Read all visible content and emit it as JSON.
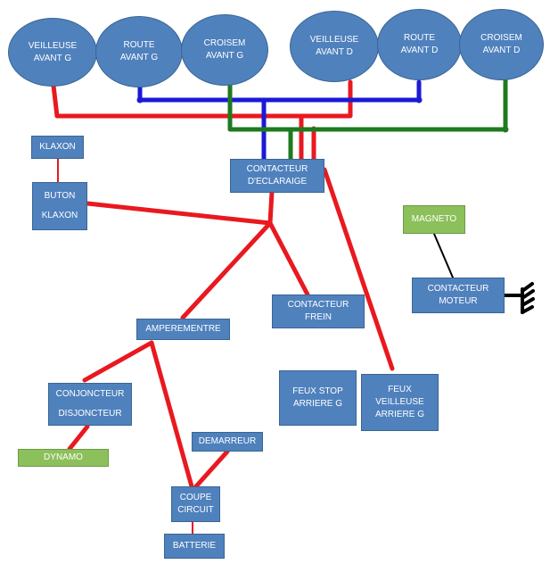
{
  "colors": {
    "node_fill": "#4f81bd",
    "node_border": "#3a6593",
    "green_fill": "#8cc05a",
    "wire_red": "#e8191f",
    "wire_blue": "#1a1ad6",
    "wire_green": "#1f7a1f",
    "wire_black": "#000000"
  },
  "lamps": {
    "veilleuse_g": [
      "VEILLEUSE",
      "AVANT G"
    ],
    "route_g": [
      "ROUTE",
      "AVANT G"
    ],
    "croisem_g": [
      "CROISEM",
      "AVANT G"
    ],
    "veilleuse_d": [
      "VEILLEUSE",
      "AVANT D"
    ],
    "route_d": [
      "ROUTE",
      "AVANT D"
    ],
    "croisem_d": [
      "CROISEM",
      "AVANT D"
    ]
  },
  "components": {
    "klaxon": "KLAXON",
    "buton_klaxon": [
      "BUTON",
      "KLAXON"
    ],
    "contacteur_eclairage": [
      "CONTACTEUR",
      "D'ECLARAIGE"
    ],
    "magneto": "MAGNETO",
    "contacteur_moteur": [
      "CONTACTEUR",
      "MOTEUR"
    ],
    "amperemetre": "AMPEREMENTRE",
    "contacteur_frein": [
      "CONTACTEUR",
      "FREIN"
    ],
    "conjoncteur": [
      "CONJONCTEUR",
      "DISJONCTEUR"
    ],
    "feux_stop": [
      "FEUX STOP",
      "ARRIERE G"
    ],
    "feux_veilleuse_arriere": [
      "FEUX",
      "VEILLEUSE",
      "ARRIERE G"
    ],
    "dynamo": "DYNAMO",
    "demarreur": "DEMARREUR",
    "coupe_circuit": [
      "COUPE",
      "CIRCUIT"
    ],
    "batterie": "BATTERIE"
  }
}
